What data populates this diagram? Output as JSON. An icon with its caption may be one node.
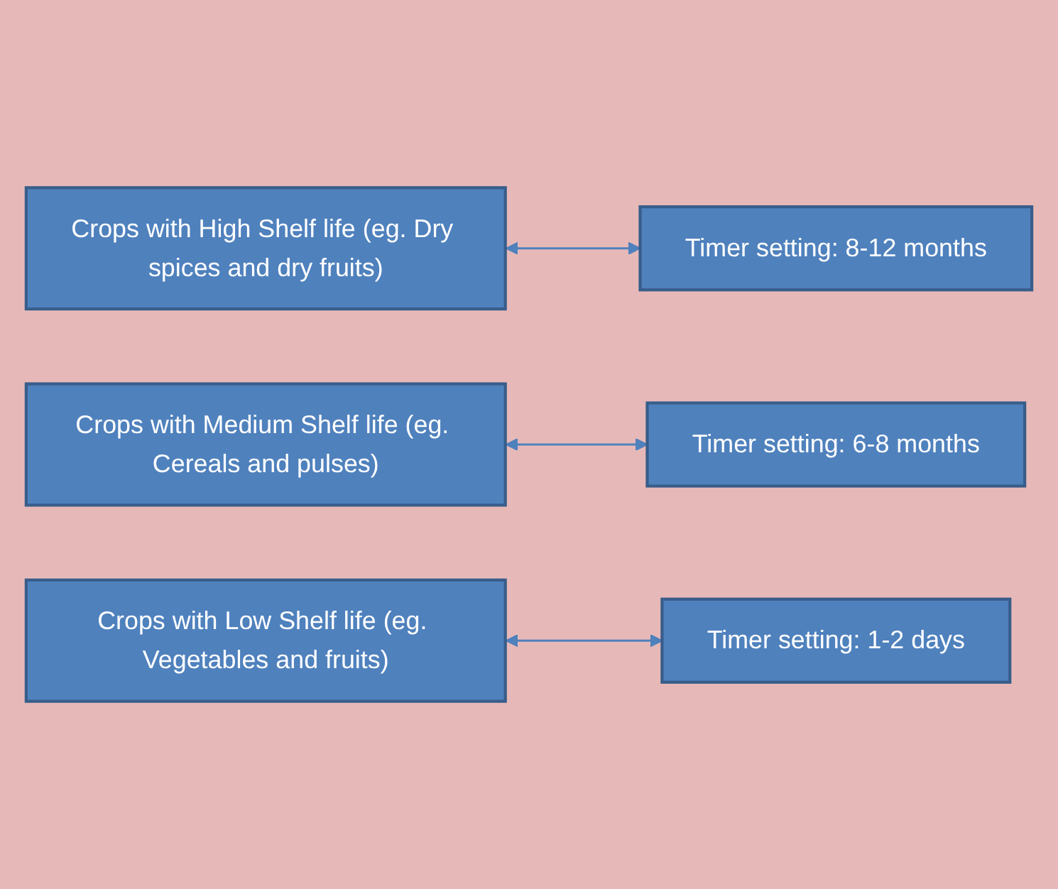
{
  "diagram": {
    "nodes": [
      {
        "text": [
          "Crops with High Shelf life (eg. Dry spices and dry fruits)"
        ]
      },
      {
        "text": [
          "Timer setting: 8-12 months"
        ]
      },
      {
        "text": [
          "Crops with Medium Shelf life (eg. Cereals and pulses)"
        ]
      },
      {
        "text": [
          "Timer setting: 6-8 months"
        ]
      },
      {
        "text": [
          "Crops with Low Shelf life (eg. Vegetables and fruits)"
        ]
      },
      {
        "text": [
          "Timer setting: 1-2 days"
        ]
      }
    ],
    "edges": [
      {
        "from": 0,
        "to": 1,
        "arrow": "both"
      },
      {
        "from": 2,
        "to": 3,
        "arrow": "both"
      },
      {
        "from": 4,
        "to": 5,
        "arrow": "both"
      }
    ]
  }
}
